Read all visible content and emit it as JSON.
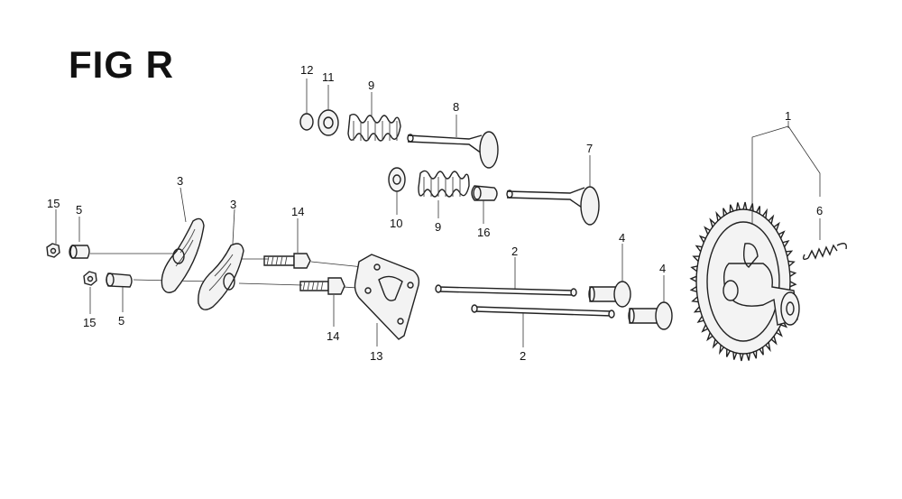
{
  "figure": {
    "title": "FIG R",
    "callouts": {
      "c1": "1",
      "c2a": "2",
      "c2b": "2",
      "c3a": "3",
      "c3b": "3",
      "c4a": "4",
      "c4b": "4",
      "c5a": "5",
      "c5b": "5",
      "c6": "6",
      "c7": "7",
      "c8": "8",
      "c9a": "9",
      "c9b": "9",
      "c10": "10",
      "c11": "11",
      "c12": "12",
      "c13": "13",
      "c14a": "14",
      "c14b": "14",
      "c15a": "15",
      "c15b": "15",
      "c16": "16"
    }
  }
}
